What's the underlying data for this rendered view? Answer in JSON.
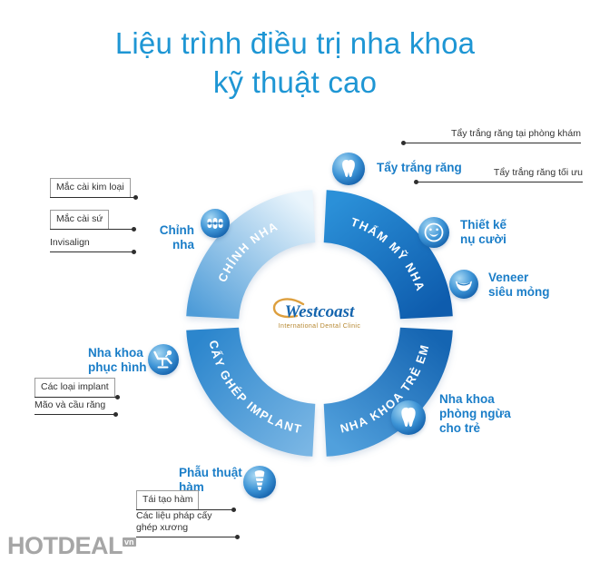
{
  "title": {
    "line1": "Liệu trình điều trị nha khoa",
    "line2": "kỹ thuật cao"
  },
  "ring": {
    "segments": [
      {
        "label": "CHỈNH NHA"
      },
      {
        "label": "THẨM MỸ NHA"
      },
      {
        "label": "NHA KHOA TRẺ EM"
      },
      {
        "label": "CẤY GHÉP IMPLANT"
      }
    ]
  },
  "logo": {
    "name": "Westcoast",
    "subtitle": "International Dental Clinic"
  },
  "groups": {
    "whitening": {
      "label": "Tẩy trắng răng",
      "items": [
        "Tẩy trắng răng tại phòng khám",
        "Tẩy trắng răng tối ưu"
      ]
    },
    "smile_design": {
      "lines": [
        "Thiết kế",
        "nụ cười"
      ]
    },
    "veneer": {
      "lines": [
        "Veneer",
        "siêu mỏng"
      ]
    },
    "child_dentistry": {
      "lines": [
        "Nha khoa",
        "phòng ngừa",
        "cho trẻ"
      ]
    },
    "orthodontics": {
      "label": "Chỉnh nha",
      "items": [
        "Mắc cài kim loại",
        "Mắc cài sứ",
        "Invisalign"
      ]
    },
    "prosthodontics": {
      "lines": [
        "Nha khoa",
        "phục hình"
      ],
      "items": [
        "Các loại implant",
        "Mão và cầu răng"
      ]
    },
    "jaw_surgery": {
      "lines": [
        "Phẫu thuật",
        "hàm"
      ],
      "items": [
        "Tái tạo hàm",
        "Các liệu pháp cấy ghép xương"
      ]
    }
  },
  "icons": {
    "braces": "teeth-with-braces",
    "whitening": "tooth",
    "smile_design": "smiley-face",
    "veneer": "smiling-mouth",
    "child_dentistry": "tooth",
    "jaw_surgery": "dental-implant",
    "prosthodontics": "dental-chair"
  },
  "watermark": {
    "text": "HOTDEAL",
    "badge": "vn"
  },
  "colors": {
    "title_blue": "#1e96d4",
    "label_blue": "#1b7ec8",
    "arc_dark_blue": "#0e5cad",
    "arc_light_blue": "#7ab6e4",
    "logo_blue": "#1565ae",
    "logo_gold": "#dd9f3e",
    "line_dark": "#2e2e2e",
    "watermark_gray": "#a2a2a2"
  }
}
